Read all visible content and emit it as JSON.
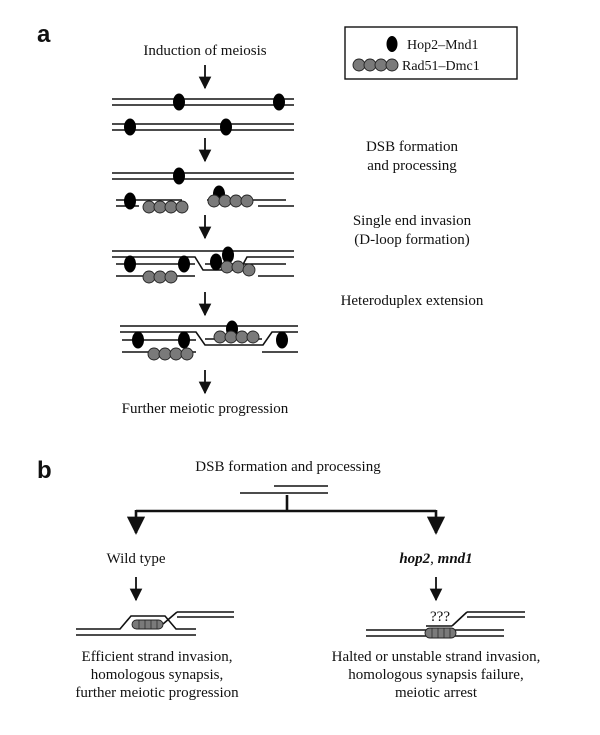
{
  "panels": {
    "a": "a",
    "b": "b"
  },
  "legend": {
    "hop2_mnd1": "Hop2–Mnd1",
    "rad51_dmc1": "Rad51–Dmc1"
  },
  "panel_a": {
    "top_label": "Induction of meiosis",
    "steps": [
      {
        "line1": "DSB formation",
        "line2": "and processing"
      },
      {
        "line1": "Single end invasion",
        "line2": "(D-loop formation)"
      },
      {
        "line1": "Heteroduplex extension",
        "line2": ""
      }
    ],
    "bottom_label": "Further meiotic progression"
  },
  "panel_b": {
    "title": "DSB formation and processing",
    "left": {
      "label": "Wild type",
      "outcome": [
        "Efficient strand invasion,",
        "homologous synapsis,",
        "further meiotic progression"
      ]
    },
    "right": {
      "label_a": "hop2",
      "label_sep": ", ",
      "label_b": "mnd1",
      "question": "???",
      "outcome": [
        "Halted or unstable strand invasion,",
        "homologous synapsis failure,",
        "meiotic arrest"
      ]
    }
  },
  "colors": {
    "hop2_mnd1": "#000000",
    "rad51_dmc1": "#7a7a7a",
    "lines": "#111111"
  }
}
